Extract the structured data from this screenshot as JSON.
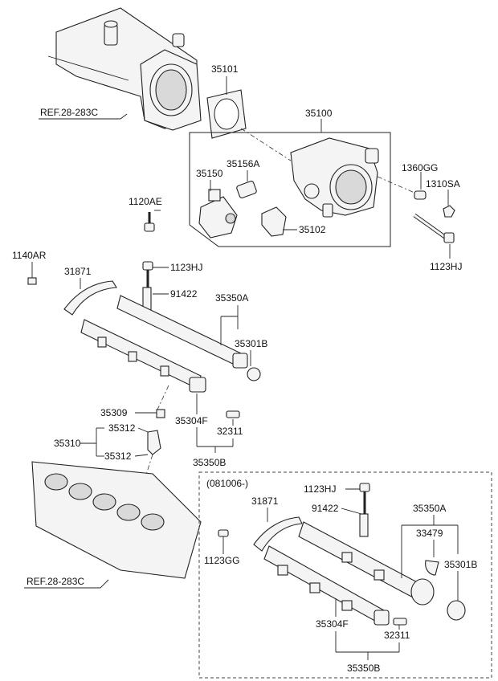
{
  "labels": {
    "ref_top": "REF.28-283C",
    "ref_bottom": "REF.28-283C",
    "p35101": "35101",
    "p35100": "35100",
    "p35156A": "35156A",
    "p35150": "35150",
    "p1360GG": "1360GG",
    "p1310SA": "1310SA",
    "p1120AE": "1120AE",
    "p35102": "35102",
    "p1140AR": "1140AR",
    "p31871": "31871",
    "p1123HJ_a": "1123HJ",
    "p1123HJ_b": "1123HJ",
    "p91422": "91422",
    "p35350A": "35350A",
    "p35301B": "35301B",
    "p35309": "35309",
    "p35312_a": "35312",
    "p35310": "35310",
    "p35312_b": "35312",
    "p35304F": "35304F",
    "p32311": "32311",
    "p35350B": "35350B",
    "variant": "(081006-)",
    "v1123HJ": "1123HJ",
    "v31871": "31871",
    "v91422": "91422",
    "v35350A": "35350A",
    "v33479": "33479",
    "v1123GG": "1123GG",
    "v35301B": "35301B",
    "v35304F": "35304F",
    "v32311": "32311",
    "v35350B": "35350B"
  }
}
